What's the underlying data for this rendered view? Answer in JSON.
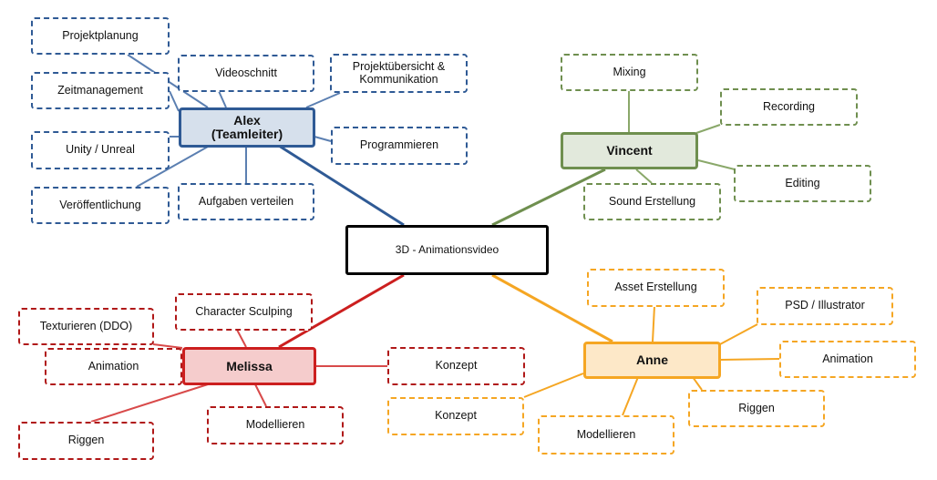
{
  "center": "3D - Animationsvideo",
  "alex": {
    "name_line1": "Alex",
    "name_line2": "(Teamleiter)",
    "tasks": {
      "projektplanung": "Projektplanung",
      "zeitmanagement": "Zeitmanagement",
      "unity": "Unity / Unreal",
      "veroeffentlichung": "Veröffentlichung",
      "videoschnitt": "Videoschnitt",
      "uebersicht_line1": "Projektübersicht &",
      "uebersicht_line2": "Kommunikation",
      "programmieren": "Programmieren",
      "aufgaben": "Aufgaben verteilen"
    }
  },
  "vincent": {
    "name": "Vincent",
    "tasks": {
      "mixing": "Mixing",
      "recording": "Recording",
      "editing": "Editing",
      "sound": "Sound Erstellung"
    }
  },
  "melissa": {
    "name": "Melissa",
    "tasks": {
      "texturieren": "Texturieren (DDO)",
      "sculpting": "Character Sculping",
      "animation": "Animation",
      "konzept": "Konzept",
      "riggen": "Riggen",
      "modellieren": "Modellieren"
    }
  },
  "anne": {
    "name": "Anne",
    "tasks": {
      "asset": "Asset Erstellung",
      "psd": "PSD / Illustrator",
      "animation": "Animation",
      "riggen": "Riggen",
      "konzept": "Konzept",
      "modellieren": "Modellieren"
    }
  },
  "colors": {
    "alex": "#2f5a95",
    "vincent": "#6f8f4f",
    "melissa": "#cc1f1f",
    "anne": "#f5a623"
  }
}
